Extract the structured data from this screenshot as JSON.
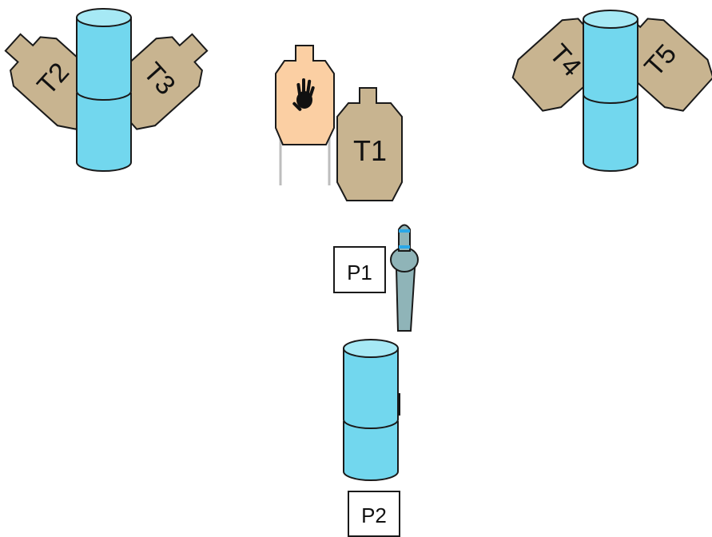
{
  "targets": {
    "t1": "T1",
    "t2": "T2",
    "t3": "T3",
    "t4": "T4",
    "t5": "T5"
  },
  "positions": {
    "p1": "P1",
    "p2": "P2"
  },
  "colors": {
    "barrel_fill": "#72d7ee",
    "barrel_top": "#a6e9f5",
    "target_fill": "#c8b490",
    "no_shoot_fill": "#fbcfa3",
    "outline": "#1a1a1a",
    "stand_leg": "#bdbdbd",
    "shooter_fill": "#8fb4b8",
    "shooter_accent": "#2aa8e8"
  },
  "icons": {
    "no_shoot": "hand-icon"
  }
}
